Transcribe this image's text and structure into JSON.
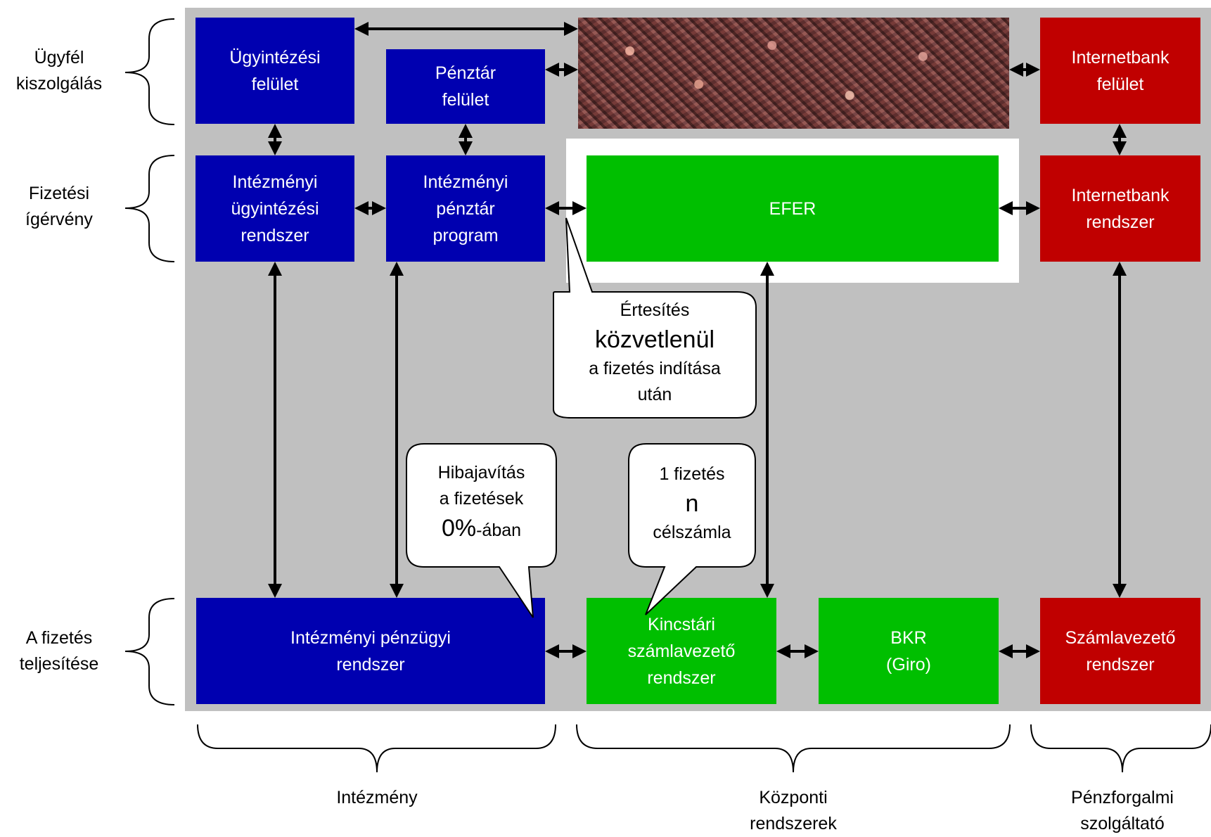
{
  "left_labels": {
    "ugyfel": "Ügyfél\nkiszolgálás",
    "fizetesi": "Fizetési\nígérvény",
    "teljesites": "A fizetés\nteljesítése"
  },
  "boxes": {
    "ugyintezesi_felulet": "Ügyintézési\nfelület",
    "penztar_felulet": "Pénztár\nfelület",
    "internetbank_felulet": "Internetbank\nfelület",
    "intezmenyi_ugyintezesi": "Intézményi\nügyintézési\nrendszer",
    "intezmenyi_penztar": "Intézményi\npénztár\nprogram",
    "efer": "EFER",
    "internetbank_rendszer": "Internetbank\nrendszer",
    "intezmenyi_penzugyi": "Intézményi pénzügyi\nrendszer",
    "kincstari": "Kincstári\nszámlavezető\nrendszer",
    "bkr": "BKR\n(Giro)",
    "szamlavezeto": "Számlavezető\nrendszer"
  },
  "callouts": {
    "ertesites": {
      "line1": "Értesítés",
      "big": "közvetlenül",
      "line3": "a fizetés indítása",
      "line4": "után"
    },
    "hibajavitas": {
      "line1": "Hibajavítás",
      "line2": "a fizetések",
      "big": "0%",
      "suffix": "-ában"
    },
    "celszamla": {
      "line1": "1 fizetés",
      "big": "n",
      "line3": "célszámla"
    }
  },
  "bottom_labels": {
    "intezmeny": "Intézmény",
    "kozponti": "Központi\nrendszerek",
    "penzforgalmi": "Pénzforgalmi\nszolgáltató"
  },
  "colors": {
    "blue": "#0000b0",
    "green": "#00bf00",
    "red": "#c00000",
    "background": "#c0c0c0"
  }
}
